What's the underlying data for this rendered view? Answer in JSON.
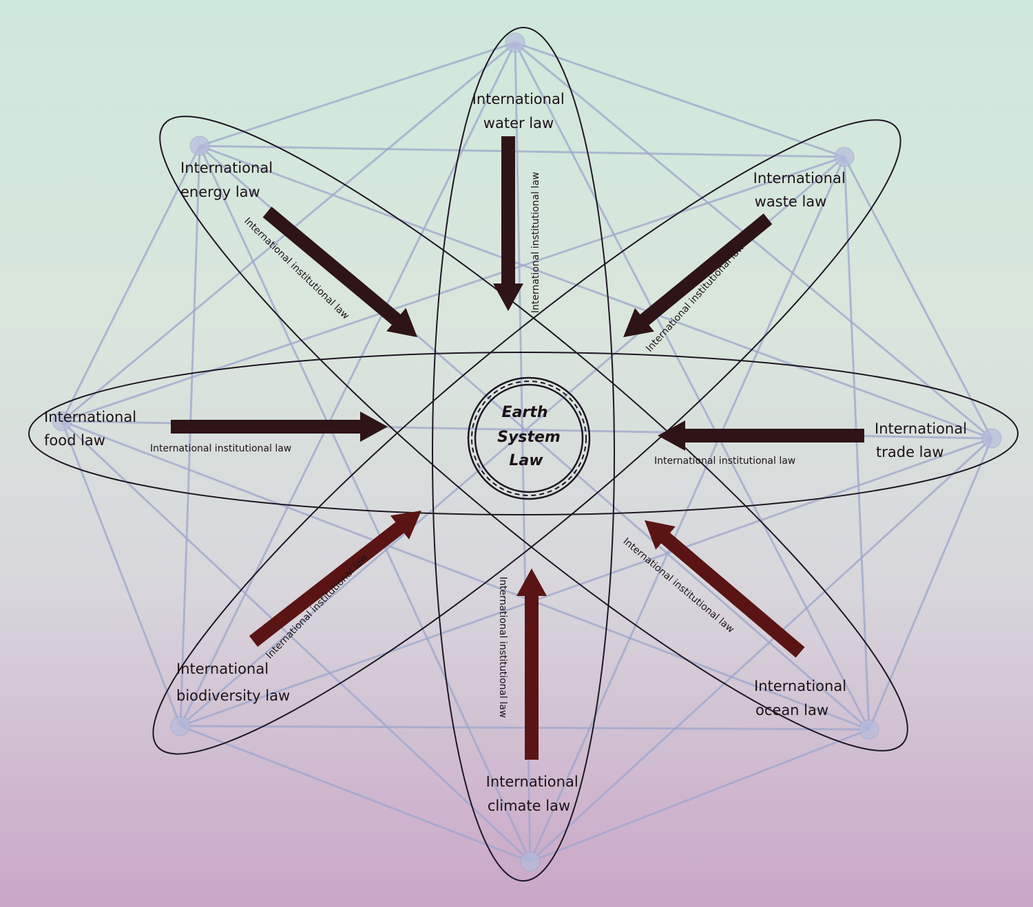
{
  "center": {
    "lines": [
      "Earth",
      "System",
      "Law"
    ]
  },
  "arrow_label": "International institutional law",
  "colors": {
    "arrow_top": "#2e1416",
    "arrow_bottom": "#5a1414",
    "mesh": "#9ea6cc",
    "ellipse": "#1c1622"
  },
  "domains": [
    {
      "id": "water",
      "lines": [
        "International",
        "water law"
      ]
    },
    {
      "id": "waste",
      "lines": [
        "International",
        "waste law"
      ]
    },
    {
      "id": "trade",
      "lines": [
        "International",
        "trade law"
      ]
    },
    {
      "id": "ocean",
      "lines": [
        "International",
        "ocean law"
      ]
    },
    {
      "id": "climate",
      "lines": [
        "International",
        "climate law"
      ]
    },
    {
      "id": "biodiversity",
      "lines": [
        "International",
        "biodiversity law"
      ]
    },
    {
      "id": "food",
      "lines": [
        "International",
        "food law"
      ]
    },
    {
      "id": "energy",
      "lines": [
        "International",
        "energy law"
      ]
    }
  ]
}
